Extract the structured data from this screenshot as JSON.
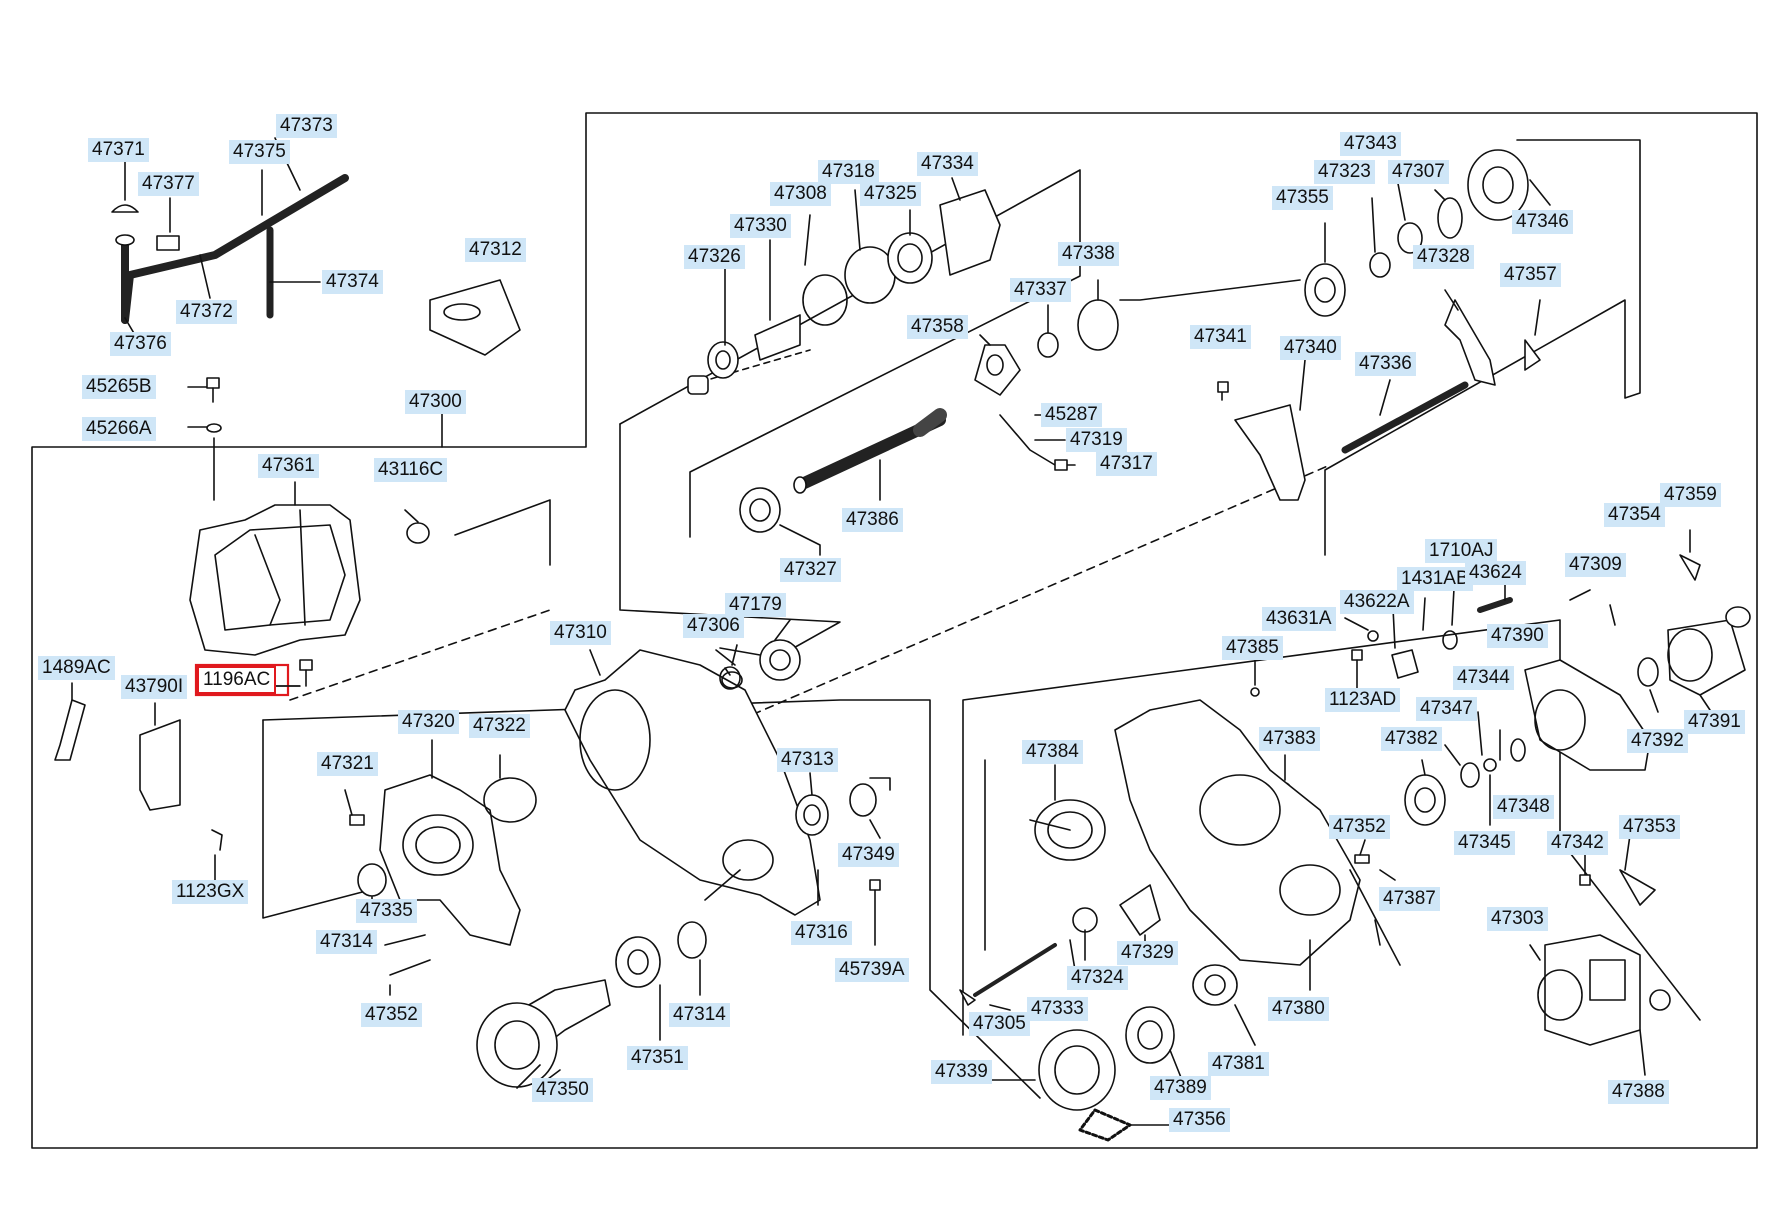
{
  "diagram": {
    "highlight_color": "#e0191e",
    "label_background": "#cfe6f7",
    "labels": [
      {
        "id": "lbl-47371",
        "text": "47371"
      },
      {
        "id": "lbl-47373",
        "text": "47373"
      },
      {
        "id": "lbl-47375",
        "text": "47375"
      },
      {
        "id": "lbl-47377",
        "text": "47377"
      },
      {
        "id": "lbl-47374",
        "text": "47374"
      },
      {
        "id": "lbl-47372",
        "text": "47372"
      },
      {
        "id": "lbl-47376",
        "text": "47376"
      },
      {
        "id": "lbl-47312",
        "text": "47312"
      },
      {
        "id": "lbl-45265b",
        "text": "45265B"
      },
      {
        "id": "lbl-45266a",
        "text": "45266A"
      },
      {
        "id": "lbl-47300",
        "text": "47300"
      },
      {
        "id": "lbl-47361",
        "text": "47361"
      },
      {
        "id": "lbl-43116c",
        "text": "43116C"
      },
      {
        "id": "lbl-1196ac",
        "text": "1196AC"
      },
      {
        "id": "lbl-1489ac",
        "text": "1489AC"
      },
      {
        "id": "lbl-437901",
        "text": "43790I"
      },
      {
        "id": "lbl-1123gx",
        "text": "1123GX"
      },
      {
        "id": "lbl-47326",
        "text": "47326"
      },
      {
        "id": "lbl-47330",
        "text": "47330"
      },
      {
        "id": "lbl-47308",
        "text": "47308"
      },
      {
        "id": "lbl-47318",
        "text": "47318"
      },
      {
        "id": "lbl-47325",
        "text": "47325"
      },
      {
        "id": "lbl-47334",
        "text": "47334"
      },
      {
        "id": "lbl-47338",
        "text": "47338"
      },
      {
        "id": "lbl-47337",
        "text": "47337"
      },
      {
        "id": "lbl-47358",
        "text": "47358"
      },
      {
        "id": "lbl-45287",
        "text": "45287"
      },
      {
        "id": "lbl-47319",
        "text": "47319"
      },
      {
        "id": "lbl-47317",
        "text": "47317"
      },
      {
        "id": "lbl-47386",
        "text": "47386"
      },
      {
        "id": "lbl-47327",
        "text": "47327"
      },
      {
        "id": "lbl-47179",
        "text": "47179"
      },
      {
        "id": "lbl-47306",
        "text": "47306"
      },
      {
        "id": "lbl-47310",
        "text": "47310"
      },
      {
        "id": "lbl-47343",
        "text": "47343"
      },
      {
        "id": "lbl-47323",
        "text": "47323"
      },
      {
        "id": "lbl-47307",
        "text": "47307"
      },
      {
        "id": "lbl-47355",
        "text": "47355"
      },
      {
        "id": "lbl-47346",
        "text": "47346"
      },
      {
        "id": "lbl-47328",
        "text": "47328"
      },
      {
        "id": "lbl-47357",
        "text": "47357"
      },
      {
        "id": "lbl-47341",
        "text": "47341"
      },
      {
        "id": "lbl-47340",
        "text": "47340"
      },
      {
        "id": "lbl-47336",
        "text": "47336"
      },
      {
        "id": "lbl-47359",
        "text": "47359"
      },
      {
        "id": "lbl-47354",
        "text": "47354"
      },
      {
        "id": "lbl-1710aj",
        "text": "1710AJ"
      },
      {
        "id": "lbl-1431ab",
        "text": "1431AB"
      },
      {
        "id": "lbl-43624",
        "text": "43624"
      },
      {
        "id": "lbl-47309",
        "text": "47309"
      },
      {
        "id": "lbl-43631a",
        "text": "43631A"
      },
      {
        "id": "lbl-43622a",
        "text": "43622A"
      },
      {
        "id": "lbl-47390",
        "text": "47390"
      },
      {
        "id": "lbl-47385",
        "text": "47385"
      },
      {
        "id": "lbl-1123ad",
        "text": "1123AD"
      },
      {
        "id": "lbl-47344",
        "text": "47344"
      },
      {
        "id": "lbl-47347",
        "text": "47347"
      },
      {
        "id": "lbl-47391",
        "text": "47391"
      },
      {
        "id": "lbl-47392",
        "text": "47392"
      },
      {
        "id": "lbl-47384",
        "text": "47384"
      },
      {
        "id": "lbl-47383",
        "text": "47383"
      },
      {
        "id": "lbl-47382",
        "text": "47382"
      },
      {
        "id": "lbl-47348",
        "text": "47348"
      },
      {
        "id": "lbl-47345",
        "text": "47345"
      },
      {
        "id": "lbl-47352-right",
        "text": "47352"
      },
      {
        "id": "lbl-47342",
        "text": "47342"
      },
      {
        "id": "lbl-47353",
        "text": "47353"
      },
      {
        "id": "lbl-47387",
        "text": "47387"
      },
      {
        "id": "lbl-47303",
        "text": "47303"
      },
      {
        "id": "lbl-47320",
        "text": "47320"
      },
      {
        "id": "lbl-47322",
        "text": "47322"
      },
      {
        "id": "lbl-47321",
        "text": "47321"
      },
      {
        "id": "lbl-47313",
        "text": "47313"
      },
      {
        "id": "lbl-47349",
        "text": "47349"
      },
      {
        "id": "lbl-47335",
        "text": "47335"
      },
      {
        "id": "lbl-47314-left",
        "text": "47314"
      },
      {
        "id": "lbl-47316",
        "text": "47316"
      },
      {
        "id": "lbl-45739a",
        "text": "45739A"
      },
      {
        "id": "lbl-47352-left",
        "text": "47352"
      },
      {
        "id": "lbl-47314-mid",
        "text": "47314"
      },
      {
        "id": "lbl-47351",
        "text": "47351"
      },
      {
        "id": "lbl-47350",
        "text": "47350"
      },
      {
        "id": "lbl-47329",
        "text": "47329"
      },
      {
        "id": "lbl-47324",
        "text": "47324"
      },
      {
        "id": "lbl-47333",
        "text": "47333"
      },
      {
        "id": "lbl-47305",
        "text": "47305"
      },
      {
        "id": "lbl-47380",
        "text": "47380"
      },
      {
        "id": "lbl-47381",
        "text": "47381"
      },
      {
        "id": "lbl-47339",
        "text": "47339"
      },
      {
        "id": "lbl-47389",
        "text": "47389"
      },
      {
        "id": "lbl-47356",
        "text": "47356"
      },
      {
        "id": "lbl-47388",
        "text": "47388"
      }
    ]
  }
}
